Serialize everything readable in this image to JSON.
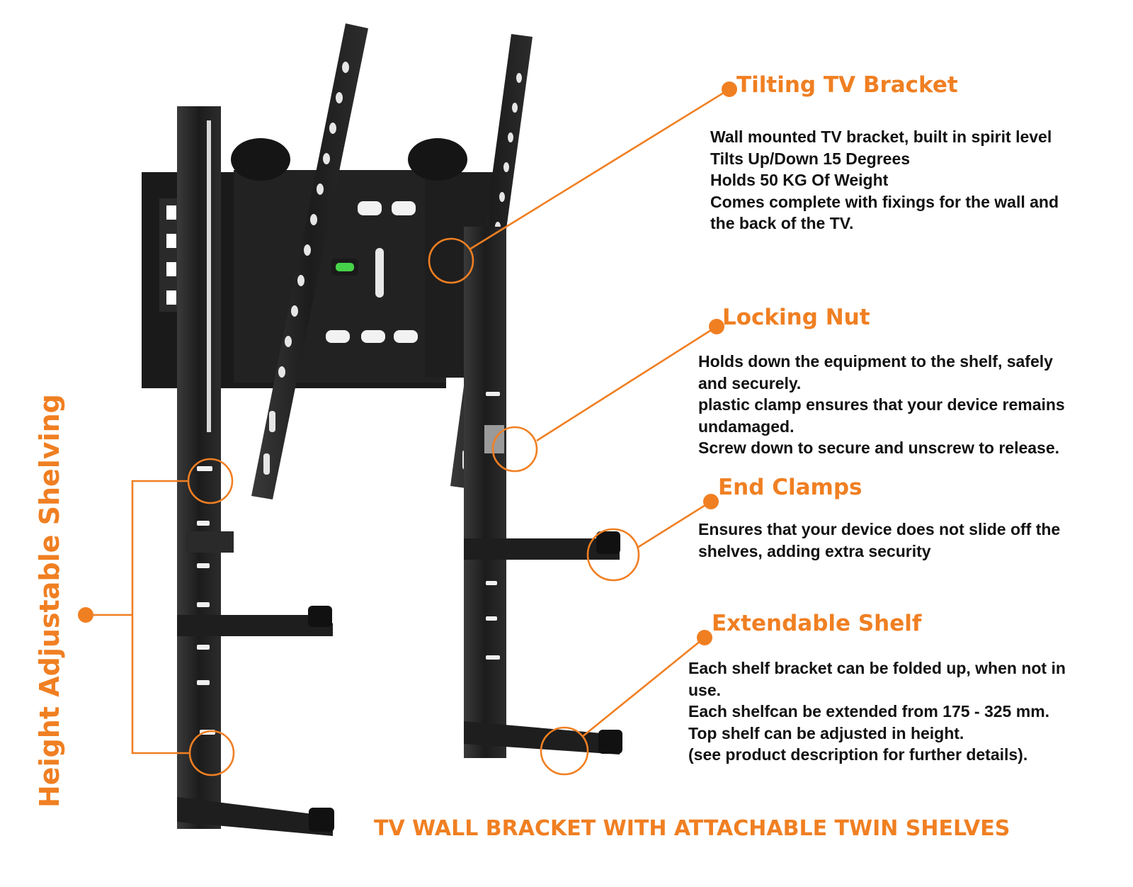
{
  "colors": {
    "accent": "#f07f22",
    "text": "#111111",
    "metal": "#1c1c1c",
    "metal_light": "#3a3a3a",
    "level": "#46d34a"
  },
  "illustration": {
    "icon": "tv-wall-bracket-with-shelves-illustration"
  },
  "headline": "TV WALL BRACKET WITH ATTACHABLE TWIN SHELVES",
  "side_label": "Height Adjustable Shelving",
  "features": [
    {
      "title": "Tilting TV Bracket",
      "lines": [
        "Wall mounted TV bracket, built in spirit level",
        "Tilts Up/Down 15 Degrees",
        "Holds 50 KG Of Weight",
        "Comes complete with fixings for the wall and",
        "the back of the TV."
      ]
    },
    {
      "title": "Locking Nut",
      "lines": [
        "Holds down the equipment to the shelf, safely",
        "and securely.",
        "plastic clamp ensures that your device remains",
        "undamaged.",
        "Screw down to secure and unscrew to release."
      ]
    },
    {
      "title": "End Clamps",
      "lines": [
        "Ensures that your device does not slide off the",
        "shelves, adding extra security"
      ]
    },
    {
      "title": "Extendable Shelf",
      "lines": [
        "Each shelf bracket can be folded up, when not in",
        "use.",
        "Each shelfcan be extended from 175 - 325 mm.",
        "Top shelf can be adjusted in height.",
        "(see product description for further details)."
      ]
    }
  ]
}
